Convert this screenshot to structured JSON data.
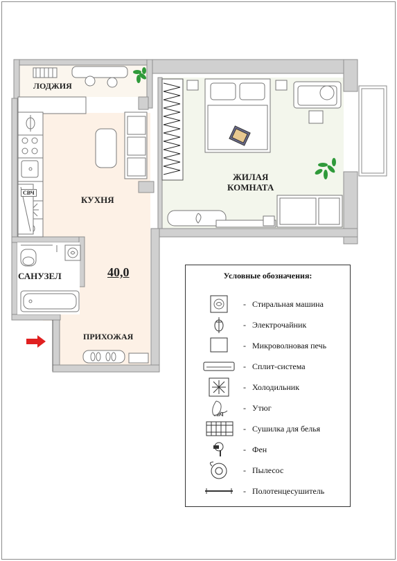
{
  "rooms": {
    "loggia": "ЛОДЖИЯ",
    "kitchen": "КУХНЯ",
    "living_line1": "ЖИЛАЯ",
    "living_line2": "КОМНАТА",
    "bathroom": "САНУЗЕЛ",
    "hallway": "ПРИХОЖАЯ"
  },
  "area": "40,0",
  "microwave_label": "СВЧ",
  "legend": {
    "title": "Условные обозначения:",
    "items": [
      {
        "icon": "washing-machine-icon",
        "text": "Стиральная машина"
      },
      {
        "icon": "kettle-icon",
        "text": "Электрочайник"
      },
      {
        "icon": "microwave-icon",
        "text": "Микроволновая печь"
      },
      {
        "icon": "split-system-icon",
        "text": "Сплит-система"
      },
      {
        "icon": "fridge-icon",
        "text": "Холодильник"
      },
      {
        "icon": "iron-icon",
        "text": "Утюг"
      },
      {
        "icon": "clothes-dryer-icon",
        "text": "Сушилка для белья"
      },
      {
        "icon": "hair-dryer-icon",
        "text": "Фен"
      },
      {
        "icon": "vacuum-icon",
        "text": "Пылесос"
      },
      {
        "icon": "towel-warmer-icon",
        "text": "Полотенцесушитель"
      }
    ],
    "dash": "-"
  },
  "colors": {
    "wall": "#d0d0d0",
    "kitchen_floor": "#fdf1e6",
    "living_floor": "#f3f6ec",
    "entry_arrow": "#e02020",
    "plant": "#2f9a3a"
  }
}
